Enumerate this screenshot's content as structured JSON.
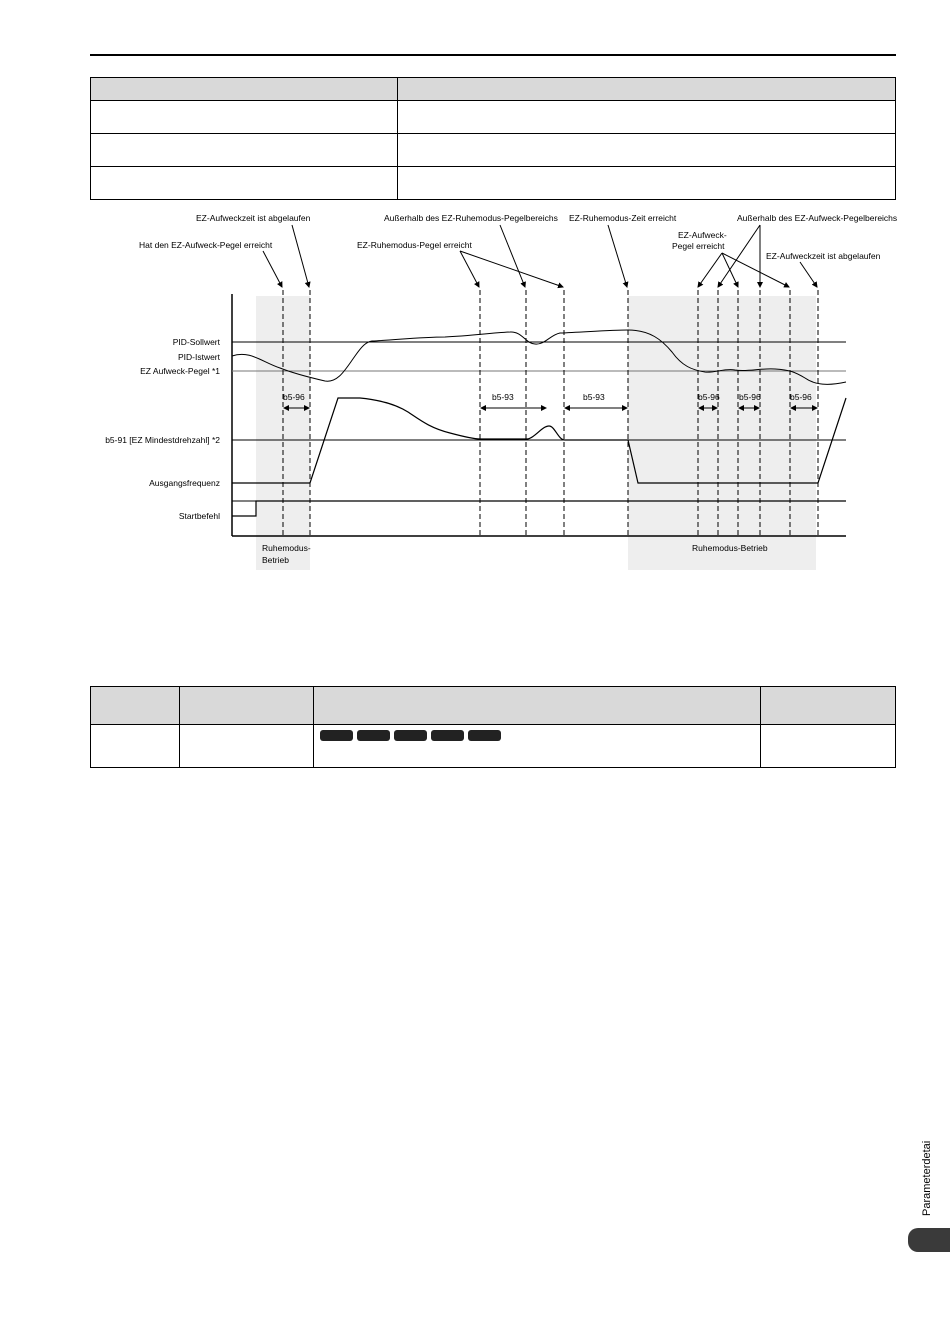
{
  "diagram": {
    "labels": {
      "wake_time_elapsed_top": "EZ-Aufweckzeit ist abgelaufen",
      "wake_level_reached": "Hat den EZ-Aufweck-Pegel erreicht",
      "outside_sleep_range": "Außerhalb des EZ-Ruhemodus-Pegelbereichs",
      "sleep_level_reached": "EZ-Ruhemodus-Pegel erreicht",
      "sleep_time_reached": "EZ-Ruhemodus-Zeit erreicht",
      "wake_level_reached_2a": "EZ-Aufweck-",
      "wake_level_reached_2b": "Pegel erreicht",
      "outside_wake_range": "Außerhalb des EZ-Aufweck-Pegelbereichs",
      "wake_time_elapsed_right": "EZ-Aufweckzeit ist abgelaufen",
      "pid_setpoint": "PID-Sollwert",
      "pid_feedback": "PID-Istwert",
      "wake_level": "EZ Aufweck-Pegel *1",
      "min_speed": "b5-91 [EZ Mindestdrehzahl] *2",
      "output_freq": "Ausgangsfrequenz",
      "run_command": "Startbefehl",
      "sleep_op_1a": "Ruhemodus-",
      "sleep_op_1b": "Betrieb",
      "sleep_op_2": "Ruhemodus-Betrieb",
      "t_b5_96_a": "b5-96",
      "t_b5_93_a": "b5-93",
      "t_b5_93_b": "b5-93",
      "t_b5_96_b": "b5-96",
      "t_b5_96_c": "b5-96",
      "t_b5_96_d": "b5-96"
    }
  },
  "side_tab": "Parameterdetails"
}
